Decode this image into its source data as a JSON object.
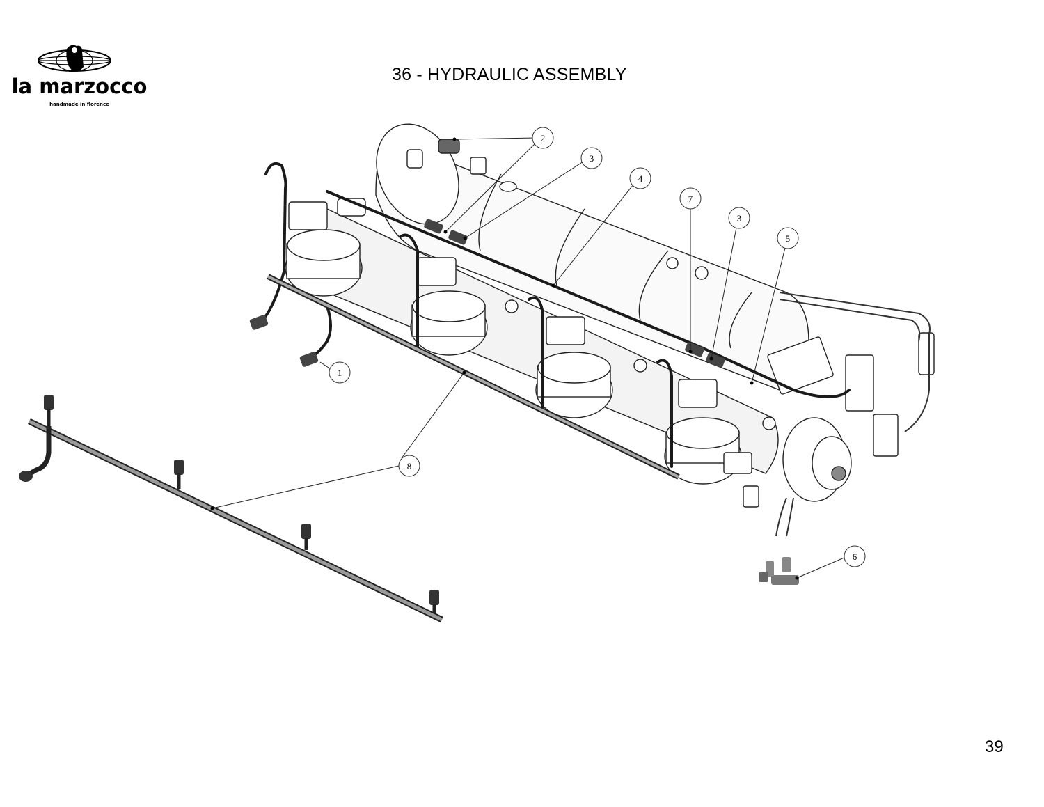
{
  "header": {
    "brand_name": "la marzocco",
    "brand_tagline": "handmade in florence",
    "title": "36 - HYDRAULIC ASSEMBLY"
  },
  "footer": {
    "page_number": "39"
  },
  "callouts": [
    {
      "id": "callout-1",
      "label": "1"
    },
    {
      "id": "callout-2",
      "label": "2"
    },
    {
      "id": "callout-3a",
      "label": "3"
    },
    {
      "id": "callout-4",
      "label": "4"
    },
    {
      "id": "callout-7",
      "label": "7"
    },
    {
      "id": "callout-3b",
      "label": "3"
    },
    {
      "id": "callout-5",
      "label": "5"
    },
    {
      "id": "callout-6",
      "label": "6"
    },
    {
      "id": "callout-8",
      "label": "8"
    }
  ]
}
